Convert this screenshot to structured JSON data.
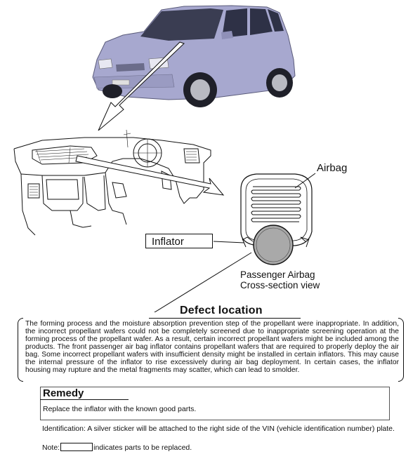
{
  "diagram": {
    "labels": {
      "airbag": "Airbag",
      "inflator": "Inflator",
      "caption_line1": "Passenger Airbag",
      "caption_line2": "Cross-section view"
    }
  },
  "defect": {
    "title": "Defect location",
    "body": "The forming process and the moisture absorption prevention step of the propellant were inappropriate. In addition, the incorrect propellant wafers could not be completely screened due to inappropriate screening operation at the forming process of the propellant wafer. As a result, certain incorrect propellant wafers might be included among the products. The front passenger air bag inflator contains propellant wafers that are required to properly deploy the air bag. Some incorrect propellant wafers with insufficient density might be installed in certain inflators. This may cause the internal pressure of the inflator to rise excessively during air bag deployment. In certain cases, the inflator housing may rupture and the metal fragments may scatter, which can lead to smolder."
  },
  "remedy": {
    "title": "Remedy",
    "text": "Replace the inflator with the known good parts."
  },
  "identification": "Identification: A silver sticker will be attached to the right side of the VIN (vehicle identification number) plate.",
  "note": {
    "prefix": "Note:",
    "suffix": "indicates parts to be replaced."
  },
  "colors": {
    "car_body": "#a7a8cf",
    "inflator_fill": "#a9a9a9",
    "line": "#111111"
  }
}
